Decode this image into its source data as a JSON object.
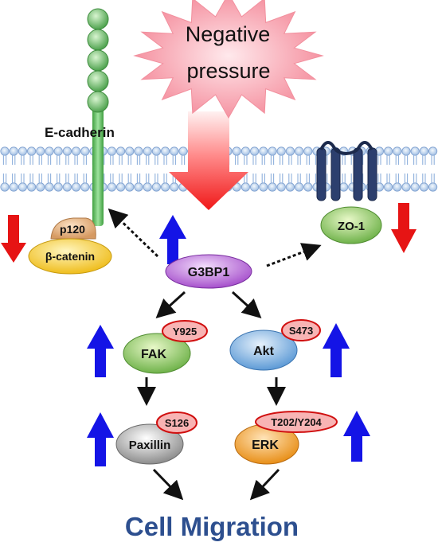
{
  "stimulus": {
    "line1": "Negative",
    "line2": "pressure"
  },
  "proteins": {
    "e_cadherin": "E-cadherin",
    "p120": "p120",
    "beta_catenin": "β-catenin",
    "zo1": "ZO-1",
    "g3bp1": "G3BP1",
    "fak": "FAK",
    "akt": "Akt",
    "paxillin": "Paxillin",
    "erk": "ERK"
  },
  "phospho_sites": {
    "fak": "Y925",
    "akt": "S473",
    "paxillin": "S126",
    "erk": "T202/Y204"
  },
  "outcome": "Cell Migration",
  "regulation": {
    "g3bp1": "up",
    "fak": "up",
    "akt": "up",
    "paxillin": "up",
    "erk": "up",
    "beta_catenin": "down",
    "zo1": "down"
  },
  "colors": {
    "up_arrow": "#1414e6",
    "down_arrow": "#e61414",
    "phospho_fill": "#f8b4b4",
    "phospho_stroke": "#d01010",
    "outcome_text": "#2d4f8f",
    "membrane": "#a9c4e8"
  }
}
